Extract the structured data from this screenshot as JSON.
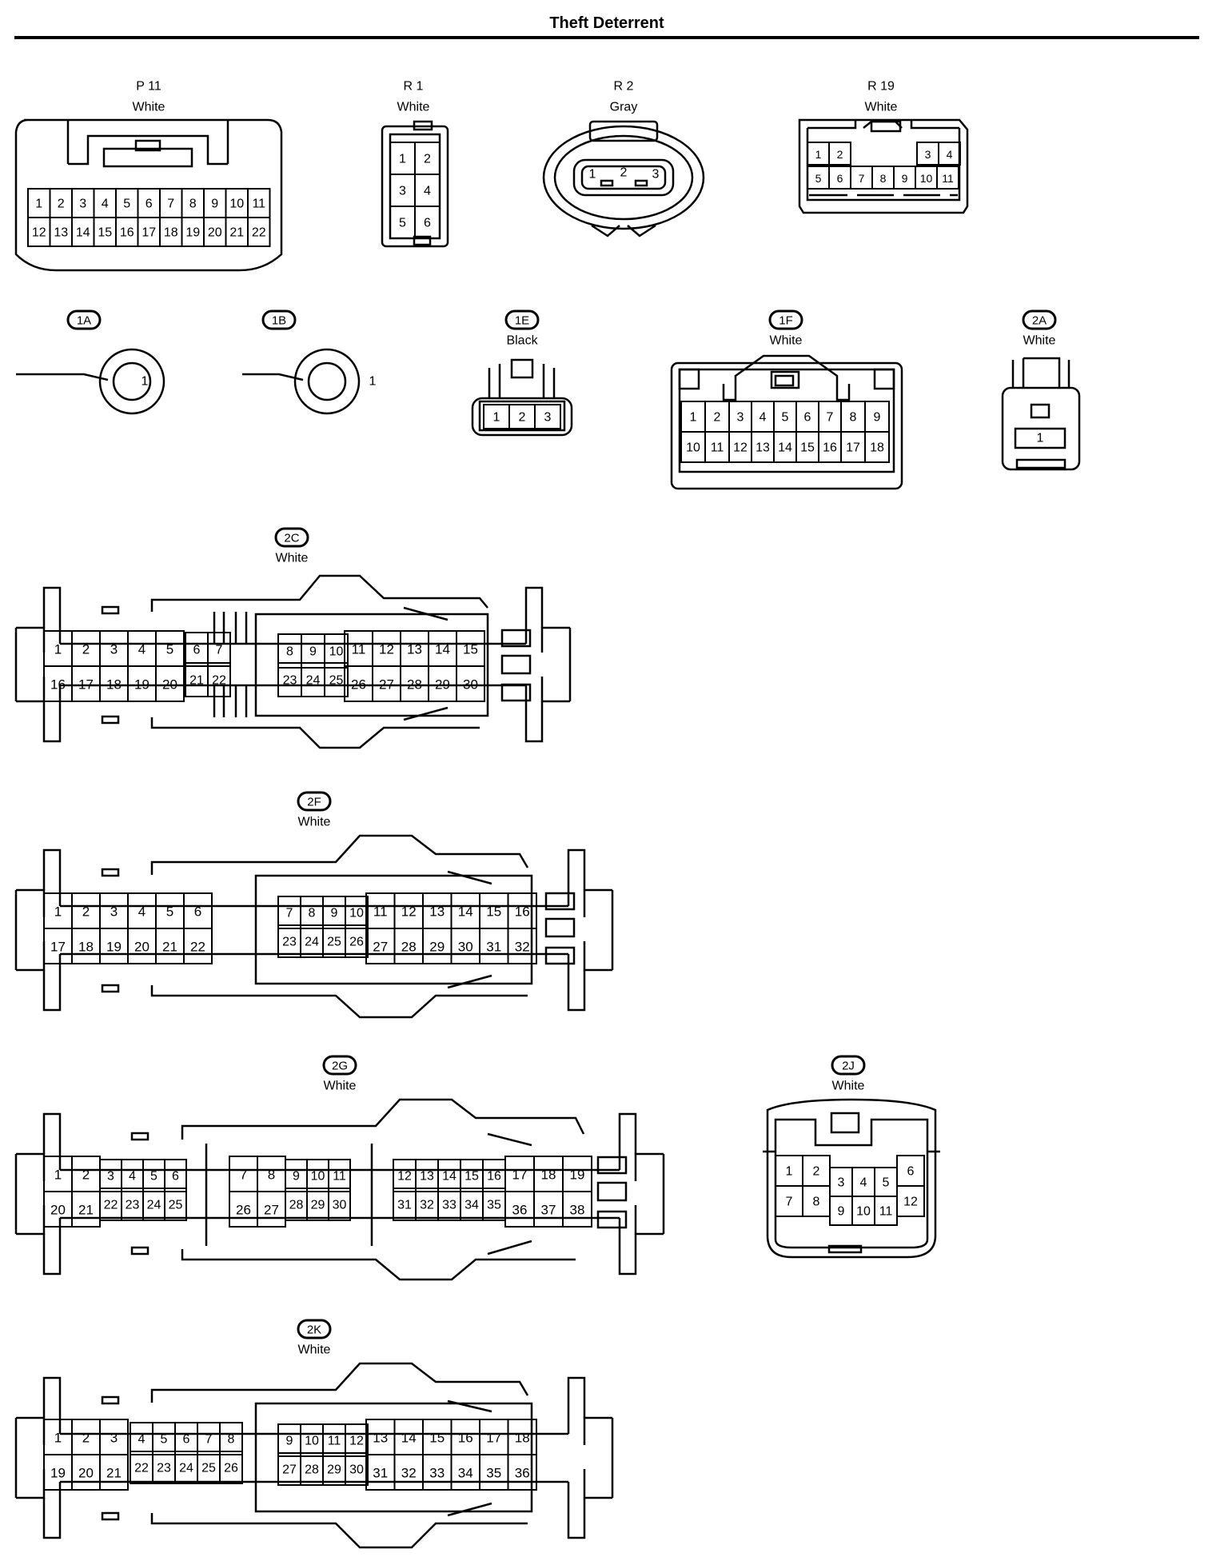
{
  "title": "Theft Deterrent",
  "connectors": [
    {
      "id": "P11",
      "code": "P 11",
      "color": "White",
      "rows": [
        [
          "1",
          "2",
          "3",
          "4",
          "5",
          "6",
          "7",
          "8",
          "9",
          "10",
          "11"
        ],
        [
          "12",
          "13",
          "14",
          "15",
          "16",
          "17",
          "18",
          "19",
          "20",
          "21",
          "22"
        ]
      ]
    },
    {
      "id": "R1",
      "code": "R 1",
      "color": "White",
      "rows": [
        [
          "1",
          "2"
        ],
        [
          "3",
          "4"
        ],
        [
          "5",
          "6"
        ]
      ]
    },
    {
      "id": "R2",
      "code": "R 2",
      "color": "Gray",
      "rows": [
        [
          "1",
          "2",
          "3"
        ]
      ]
    },
    {
      "id": "R19",
      "code": "R 19",
      "color": "White",
      "rows": [
        [
          "1",
          "2",
          "3",
          "4"
        ],
        [
          "5",
          "6",
          "7",
          "8",
          "9",
          "10",
          "11"
        ]
      ]
    },
    {
      "id": "1A",
      "code": "1A",
      "color": "",
      "rows": [
        [
          "1"
        ]
      ]
    },
    {
      "id": "1B",
      "code": "1B",
      "color": "",
      "rows": [
        [
          "1"
        ]
      ]
    },
    {
      "id": "1E",
      "code": "1E",
      "color": "Black",
      "rows": [
        [
          "1",
          "2",
          "3"
        ]
      ]
    },
    {
      "id": "1F",
      "code": "1F",
      "color": "White",
      "rows": [
        [
          "1",
          "2",
          "3",
          "4",
          "5",
          "6",
          "7",
          "8",
          "9"
        ],
        [
          "10",
          "11",
          "12",
          "13",
          "14",
          "15",
          "16",
          "17",
          "18"
        ]
      ]
    },
    {
      "id": "2A",
      "code": "2A",
      "color": "White",
      "rows": [
        [
          "1"
        ]
      ]
    },
    {
      "id": "2C",
      "code": "2C",
      "color": "White",
      "rows": [
        [
          "1",
          "2",
          "3",
          "4",
          "5",
          "6",
          "7",
          "8",
          "9",
          "10",
          "11",
          "12",
          "13",
          "14",
          "15"
        ],
        [
          "16",
          "17",
          "18",
          "19",
          "20",
          "21",
          "22",
          "23",
          "24",
          "25",
          "26",
          "27",
          "28",
          "29",
          "30"
        ]
      ]
    },
    {
      "id": "2F",
      "code": "2F",
      "color": "White",
      "rows": [
        [
          "1",
          "2",
          "3",
          "4",
          "5",
          "6",
          "7",
          "8",
          "9",
          "10",
          "11",
          "12",
          "13",
          "14",
          "15",
          "16"
        ],
        [
          "17",
          "18",
          "19",
          "20",
          "21",
          "22",
          "23",
          "24",
          "25",
          "26",
          "27",
          "28",
          "29",
          "30",
          "31",
          "32"
        ]
      ]
    },
    {
      "id": "2G",
      "code": "2G",
      "color": "White",
      "rows": [
        [
          "1",
          "2",
          "3",
          "4",
          "5",
          "6",
          "7",
          "8",
          "9",
          "10",
          "11",
          "12",
          "13",
          "14",
          "15",
          "16",
          "17",
          "18",
          "19"
        ],
        [
          "20",
          "21",
          "22",
          "23",
          "24",
          "25",
          "26",
          "27",
          "28",
          "29",
          "30",
          "31",
          "32",
          "33",
          "34",
          "35",
          "36",
          "37",
          "38"
        ]
      ]
    },
    {
      "id": "2J",
      "code": "2J",
      "color": "White",
      "rows": [
        [
          "1",
          "2",
          "3",
          "4",
          "5",
          "6"
        ],
        [
          "7",
          "8",
          "9",
          "10",
          "11",
          "12"
        ]
      ]
    },
    {
      "id": "2K",
      "code": "2K",
      "color": "White",
      "rows": [
        [
          "1",
          "2",
          "3",
          "4",
          "5",
          "6",
          "7",
          "8",
          "9",
          "10",
          "11",
          "12",
          "13",
          "14",
          "15",
          "16",
          "17",
          "18"
        ],
        [
          "19",
          "20",
          "21",
          "22",
          "23",
          "24",
          "25",
          "26",
          "27",
          "28",
          "29",
          "30",
          "31",
          "32",
          "33",
          "34",
          "35",
          "36"
        ]
      ]
    }
  ]
}
